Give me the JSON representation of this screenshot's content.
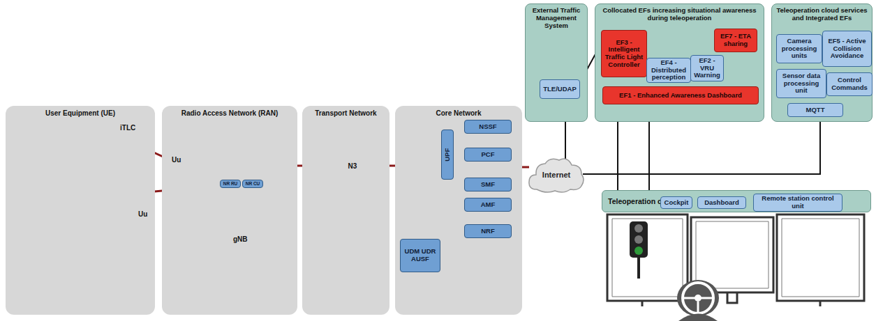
{
  "diagram": {
    "nodes": [
      {
        "text": [
          "User Equipment (UE)"
        ]
      },
      {
        "text": [
          "Radio Access Network (RAN)"
        ]
      },
      {
        "text": [
          "NR RU"
        ],
        "in": 1
      },
      {
        "text": [
          "NR CU"
        ],
        "in": 1
      },
      {
        "text": [
          "Transport Network"
        ]
      },
      {
        "text": [
          "Core Network"
        ]
      },
      {
        "text": [
          "UPF"
        ],
        "in": 5
      },
      {
        "text": [
          "NSSF"
        ],
        "in": 5
      },
      {
        "text": [
          "PCF"
        ],
        "in": 5
      },
      {
        "text": [
          "SMF"
        ],
        "in": 5
      },
      {
        "text": [
          "AMF"
        ],
        "in": 5
      },
      {
        "text": [
          "UDM UDR AUSF"
        ],
        "in": 5
      },
      {
        "text": [
          "NRF"
        ],
        "in": 5
      },
      {
        "text": [
          "External Traffic Management System"
        ]
      },
      {
        "text": [
          "TLE/UDAP"
        ],
        "in": 13
      },
      {
        "text": [
          "Collocated EFs increasing situational awareness during teleoperation"
        ]
      },
      {
        "text": [
          "EF3 - Intelligent Traffic Light Controller"
        ],
        "in": 15
      },
      {
        "text": [
          "EF7 - ETA sharing"
        ],
        "in": 15
      },
      {
        "text": [
          "EF4 - Distributed perception"
        ],
        "in": 15
      },
      {
        "text": [
          "EF2 - VRU Warning"
        ],
        "in": 15
      },
      {
        "text": [
          "EF1 - Enhanced Awareness Dashboard"
        ],
        "in": 15
      },
      {
        "text": [
          "Teleoperation cloud services and Integrated EFs"
        ]
      },
      {
        "text": [
          "Camera processing units"
        ],
        "in": 21
      },
      {
        "text": [
          "EF5 - Active Collision Avoidance"
        ],
        "in": 21
      },
      {
        "text": [
          "Sensor data processing unit"
        ],
        "in": 21
      },
      {
        "text": [
          "Control Commands"
        ],
        "in": 21
      },
      {
        "text": [
          "MQTT"
        ],
        "in": 21
      },
      {
        "text": [
          "Internet"
        ]
      },
      {
        "text": [
          "Teleoperation center"
        ]
      },
      {
        "text": [
          "Cockpit"
        ],
        "in": 28
      },
      {
        "text": [
          "Dashboard"
        ],
        "in": 28
      },
      {
        "text": [
          "Remote station control unit"
        ],
        "in": 28
      }
    ],
    "edges": [
      {
        "from": 3,
        "to": 6,
        "label": "N3",
        "arrow": "none"
      },
      {
        "from": 6,
        "to": 27,
        "arrow": "none"
      },
      {
        "from": 27,
        "to": 13,
        "arrow": "none"
      },
      {
        "from": 27,
        "to": 15,
        "arrow": "none"
      },
      {
        "from": 27,
        "to": 21,
        "arrow": "none"
      },
      {
        "from": 27,
        "to": 28,
        "arrow": "none"
      },
      {
        "from": 14,
        "to": 16,
        "arrow": "none"
      },
      {
        "from": 16,
        "to": 17,
        "arrow": "none"
      },
      {
        "from": 17,
        "to": 20,
        "arrow": "none"
      },
      {
        "from": 19,
        "to": 20,
        "arrow": "none"
      }
    ],
    "labels": [
      "iTLC",
      "Uu",
      "Uu",
      "gNB"
    ]
  }
}
